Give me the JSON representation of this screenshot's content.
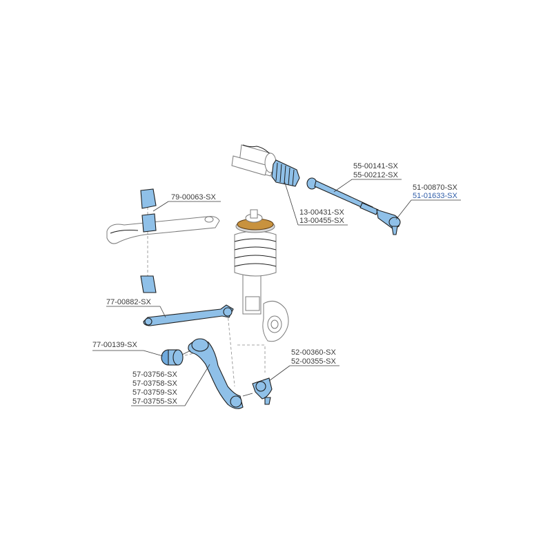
{
  "labels": {
    "tie_rod_end": [
      "51-00870-SX",
      "51-01633-SX"
    ],
    "inner_tie_rod": [
      "55-00141-SX",
      "55-00212-SX"
    ],
    "rack_boot": [
      "13-00431-SX",
      "13-00455-SX"
    ],
    "stabilizer_bushing": "79-00063-SX",
    "stabilizer_link": "77-00882-SX",
    "control_arm_bushing": "77-00139-SX",
    "control_arm": [
      "57-03756-SX",
      "57-03758-SX",
      "57-03759-SX",
      "57-03755-SX"
    ],
    "ball_joint": [
      "52-00360-SX",
      "52-00355-SX"
    ]
  },
  "colors": {
    "part_highlight": "#8fc0e8",
    "link_text": "#2f5da8",
    "label_text": "#3a3a3a"
  }
}
